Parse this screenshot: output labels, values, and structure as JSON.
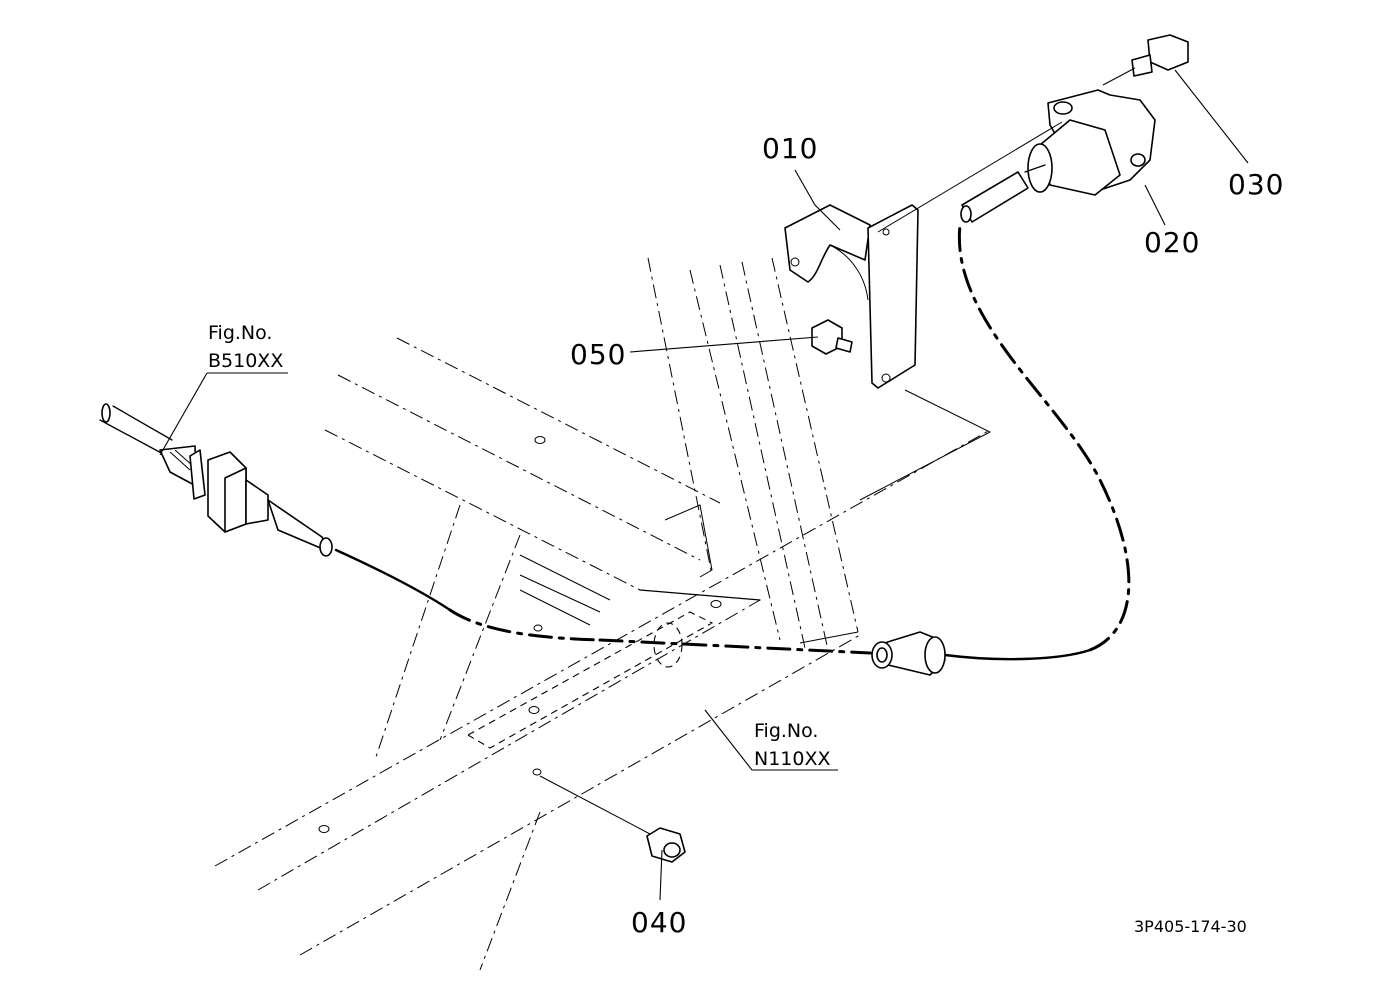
{
  "parts": [
    {
      "id": "p010",
      "label": "010"
    },
    {
      "id": "p020",
      "label": "020"
    },
    {
      "id": "p030",
      "label": "030"
    },
    {
      "id": "p040",
      "label": "040"
    },
    {
      "id": "p050",
      "label": "050"
    }
  ],
  "figure_refs": {
    "upper": {
      "line1": "Fig.No.",
      "line2": "B510XX"
    },
    "lower": {
      "line1": "Fig.No.",
      "line2": "N110XX"
    }
  },
  "drawing_id": "3P405-174-30"
}
